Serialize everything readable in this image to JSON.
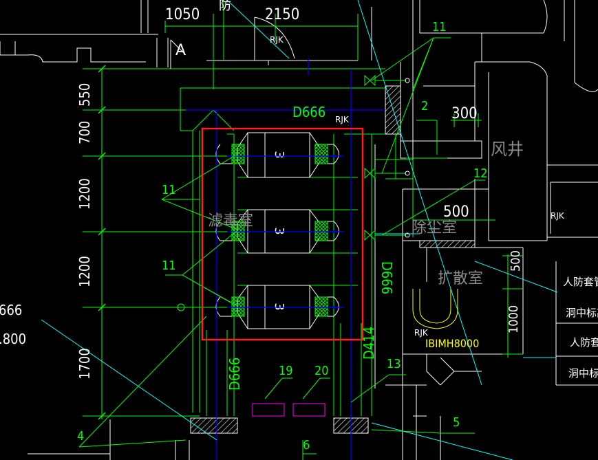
{
  "top_dims": {
    "d1": "1050",
    "d2": "2150"
  },
  "top_partial": "防",
  "section_marker": "A",
  "rjk": "RJK",
  "duct_label": "D666",
  "duct_label_v1": "D666",
  "duct_label_v2": "D666",
  "duct_label_v3": "D414",
  "left_duct": "666",
  "left_elev": ".800",
  "room_filter": "滤毒室",
  "room_dust": "除尘室",
  "room_expand": "扩散室",
  "room_shaft": "风井",
  "equipment": "3",
  "tag_11": "11",
  "tag_2": "2",
  "tag_12": "12",
  "tag_13": "13",
  "tag_19": "19",
  "tag_20": "20",
  "tag_4": "4",
  "tag_5": "5",
  "tag_6": "6",
  "dim_300": "300",
  "dim_500": "500",
  "dim_500v": "500",
  "dim_1000": "1000",
  "dim_left": [
    "550",
    "700",
    "1200",
    "1200",
    "1700"
  ],
  "blast_valve": "IBIMH8000",
  "legend": [
    "人防套管",
    "洞中标高",
    "人防套管",
    "洞中标高"
  ],
  "colors": {
    "green": "#00ff00",
    "white": "#ffffff",
    "yellow": "#ffff00",
    "cyan": "#00ffff",
    "blue": "#0000ff",
    "red": "#ff0000",
    "magenta": "#ff00ff",
    "grey": "#8a8a8a"
  }
}
